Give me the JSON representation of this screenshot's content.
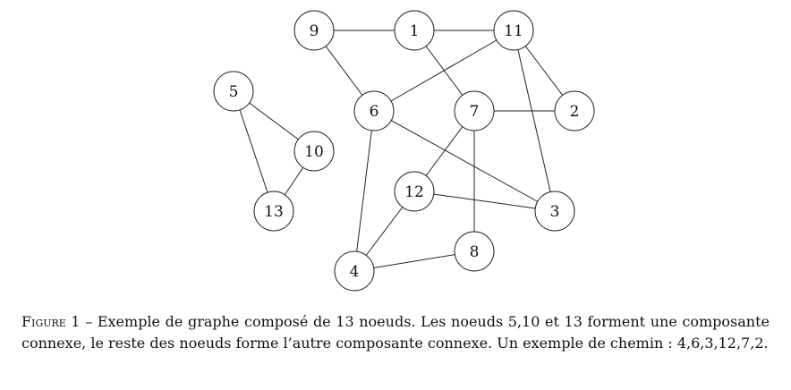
{
  "graph": {
    "nodes": [
      {
        "id": "9",
        "label": "9"
      },
      {
        "id": "1",
        "label": "1"
      },
      {
        "id": "11",
        "label": "11"
      },
      {
        "id": "5",
        "label": "5"
      },
      {
        "id": "6",
        "label": "6"
      },
      {
        "id": "7",
        "label": "7"
      },
      {
        "id": "2",
        "label": "2"
      },
      {
        "id": "10",
        "label": "10"
      },
      {
        "id": "12",
        "label": "12"
      },
      {
        "id": "3",
        "label": "3"
      },
      {
        "id": "13",
        "label": "13"
      },
      {
        "id": "8",
        "label": "8"
      },
      {
        "id": "4",
        "label": "4"
      }
    ],
    "edges": [
      [
        "9",
        "1"
      ],
      [
        "1",
        "11"
      ],
      [
        "9",
        "6"
      ],
      [
        "1",
        "7"
      ],
      [
        "11",
        "6"
      ],
      [
        "11",
        "2"
      ],
      [
        "11",
        "3"
      ],
      [
        "7",
        "2"
      ],
      [
        "7",
        "12"
      ],
      [
        "7",
        "8"
      ],
      [
        "6",
        "3"
      ],
      [
        "6",
        "4"
      ],
      [
        "12",
        "3"
      ],
      [
        "12",
        "4"
      ],
      [
        "4",
        "8"
      ],
      [
        "5",
        "10"
      ],
      [
        "5",
        "13"
      ],
      [
        "10",
        "13"
      ]
    ]
  },
  "caption": {
    "label": "Figure 1",
    "separator": " – ",
    "text": "Exemple de graphe composé de 13 noeuds. Les noeuds 5,10 et 13 forment une composante connexe, le reste des noeuds forme l’autre composante connexe. Un exemple de chemin : 4,6,3,12,7,2."
  }
}
